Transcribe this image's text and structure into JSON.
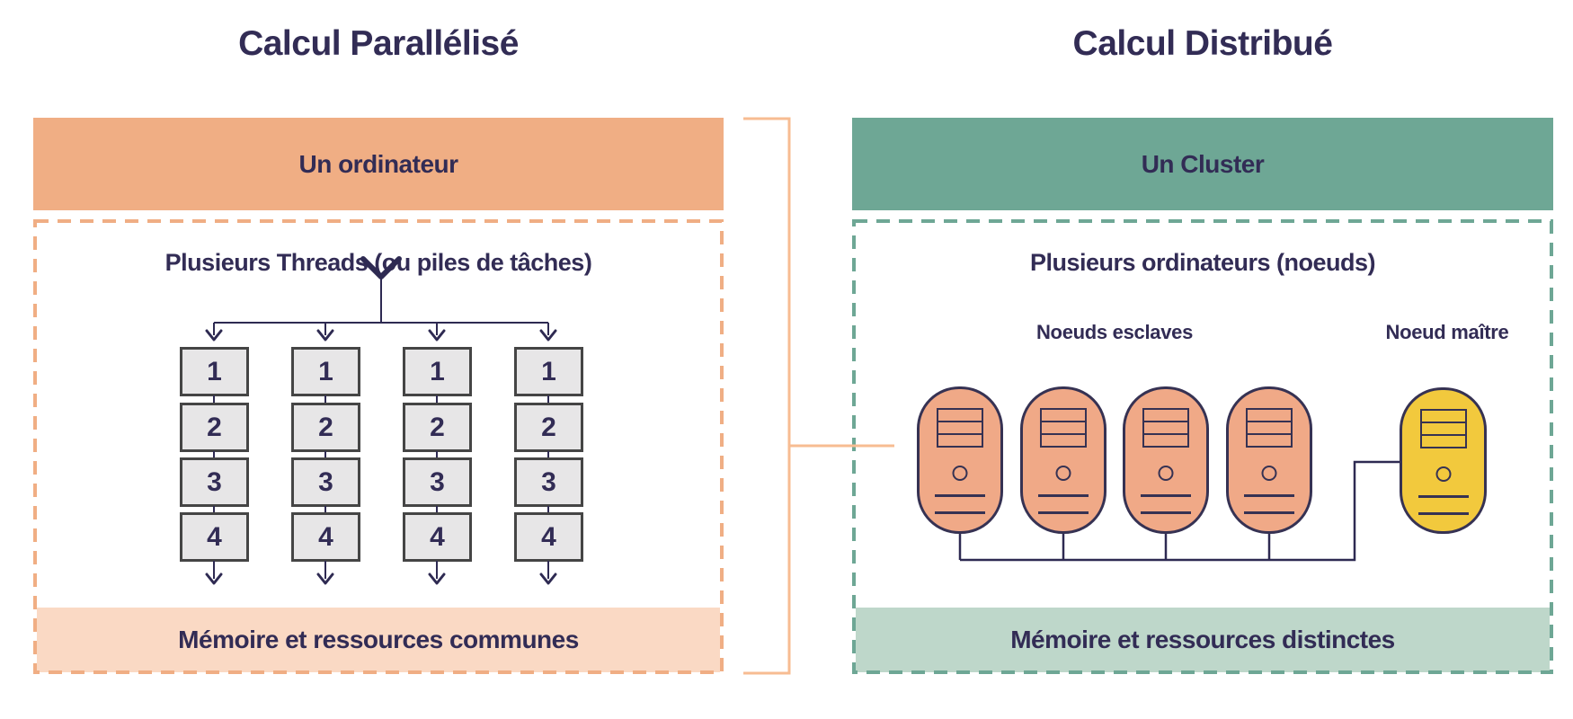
{
  "left_panel": {
    "title": "Calcul Parallélisé",
    "top_box": "Un ordinateur",
    "inner_heading": "Plusieurs Threads (ou piles de tâches)",
    "memory_box": "Mémoire et ressources communes",
    "threads": {
      "columns": [
        {
          "cells": [
            "1",
            "2",
            "3",
            "4"
          ]
        },
        {
          "cells": [
            "1",
            "2",
            "3",
            "4"
          ]
        },
        {
          "cells": [
            "1",
            "2",
            "3",
            "4"
          ]
        },
        {
          "cells": [
            "1",
            "2",
            "3",
            "4"
          ]
        }
      ]
    }
  },
  "right_panel": {
    "title": "Calcul Distribué",
    "top_box": "Un Cluster",
    "inner_heading": "Plusieurs ordinateurs (noeuds)",
    "slave_label": "Noeuds esclaves",
    "master_label": "Noeud maître",
    "slave_count": 4,
    "memory_box": "Mémoire et ressources distinctes"
  },
  "colors": {
    "salmon": "#F0AE84",
    "salmon_light": "#FAD9C4",
    "server_salmon": "#F0A987",
    "teal": "#6EA795",
    "teal_light": "#BED7CA",
    "master_yellow": "#F2C93D",
    "connector_orange": "#F7BC92",
    "line_dark": "#2E2A52",
    "text_dark": "#322C55",
    "thread_box_fill": "#E7E6E7",
    "thread_box_border": "#454545"
  }
}
